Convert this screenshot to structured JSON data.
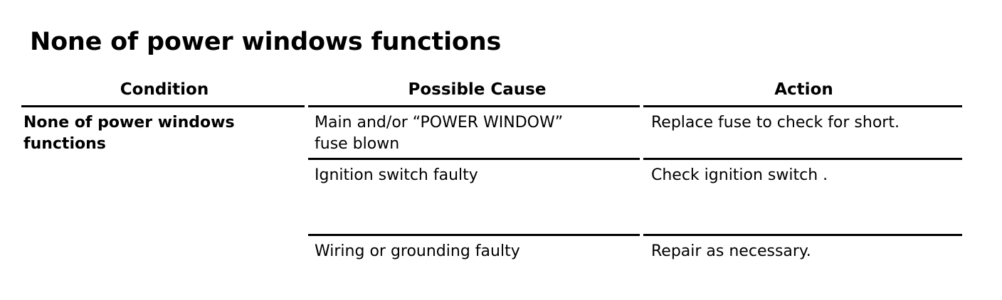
{
  "document": {
    "title": "None of power windows functions"
  },
  "table": {
    "headers": {
      "condition": "Condition",
      "possible_cause": "Possible Cause",
      "action": "Action"
    },
    "rows": [
      {
        "condition_line1": "None of power windows",
        "condition_line2": "functions",
        "possible_cause_line1": "Main and/or “POWER WINDOW”",
        "possible_cause_line2": "fuse blown",
        "action": "Replace fuse to check for short."
      },
      {
        "condition_line1": "",
        "condition_line2": "",
        "possible_cause_line1": "Ignition switch faulty",
        "possible_cause_line2": "",
        "action": "Check ignition switch ."
      },
      {
        "condition_line1": "",
        "condition_line2": "",
        "possible_cause_line1": "Wiring or grounding faulty",
        "possible_cause_line2": "",
        "action": "Repair as necessary."
      }
    ]
  },
  "colors": {
    "text": "#000000",
    "background": "#ffffff",
    "rule": "#000000"
  }
}
